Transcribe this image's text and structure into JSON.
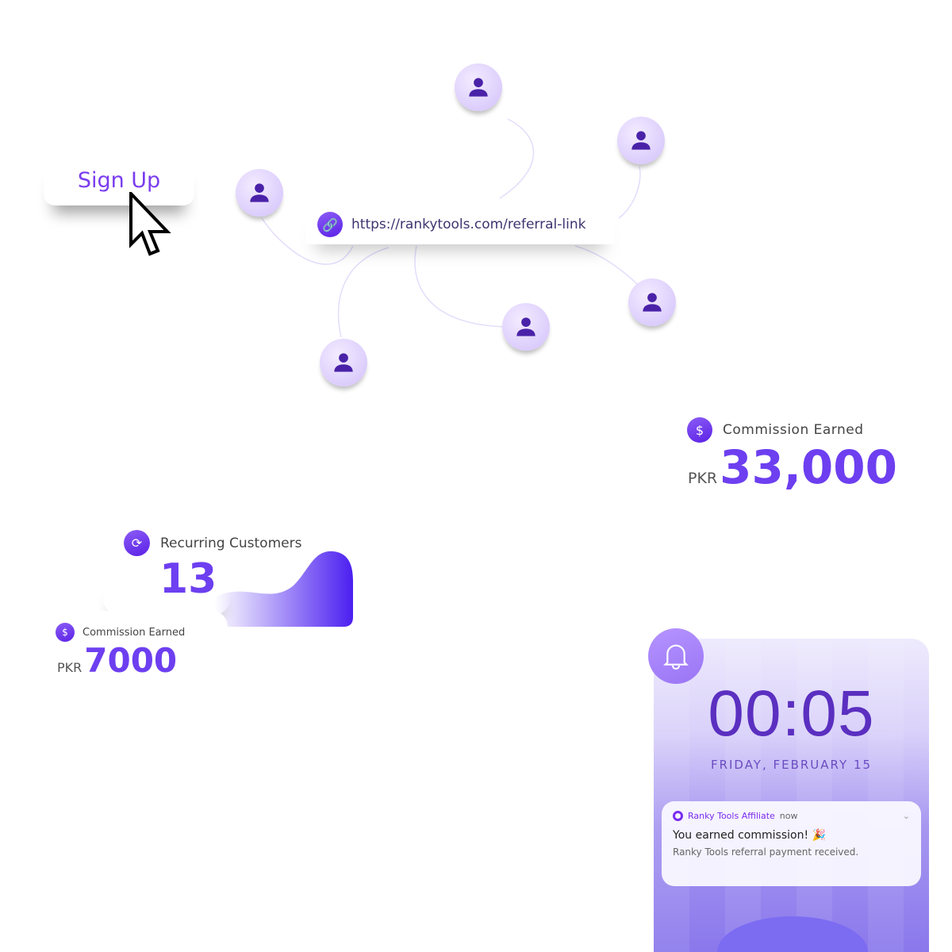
{
  "signup": {
    "label": "Sign Up"
  },
  "referral": {
    "link": "https://rankytools.com/referral-link",
    "icon": "link-icon"
  },
  "commission_main": {
    "label": "Commission Earned",
    "currency": "PKR",
    "amount": "33,000"
  },
  "recurring": {
    "label": "Recurring Customers",
    "count": "13"
  },
  "commission_small": {
    "label": "Commission Earned",
    "currency": "PKR",
    "amount": "7000"
  },
  "lockscreen": {
    "time": "00:05",
    "date": "FRIDAY, FEBRUARY 15",
    "notification": {
      "app": "Ranky Tools Affiliate",
      "when": "now",
      "title": "You earned commission! 🎉",
      "body": "Ranky Tools referral payment received."
    }
  },
  "colors": {
    "accent": "#6d3ff0",
    "text": "#3f3470"
  }
}
